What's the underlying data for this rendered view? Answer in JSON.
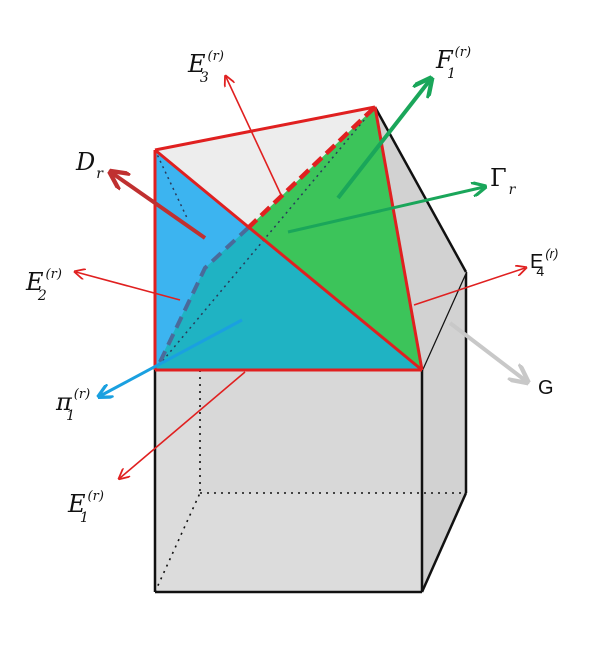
{
  "labels": {
    "E3": {
      "main": "E",
      "sub": "3",
      "sup": "(r)"
    },
    "F1": {
      "main": "F",
      "sub": "1",
      "sup": "(r)"
    },
    "Dr": {
      "main": "D",
      "sub": "r"
    },
    "Gamma": {
      "main": "Γ",
      "sub": "r"
    },
    "E2": {
      "main": "E",
      "sub": "2",
      "sup": "(r)"
    },
    "E4": {
      "main": "E",
      "sub": "4",
      "sup": "(r)"
    },
    "G": {
      "main": "G"
    },
    "pi1": {
      "main": "π",
      "sub": "1",
      "sup": "(r)"
    },
    "E1": {
      "main": "E",
      "sub": "1",
      "sup": "(r)"
    }
  },
  "colors": {
    "red": "#e02020",
    "green": "#1aa65a",
    "blue": "#1aa0e0",
    "face_blue": "#3cb4f0",
    "face_teal": "#1fb3c3",
    "face_green": "#3cc45a",
    "box_gray": "#dcdcdc",
    "arrow_gray": "#c8c8c8",
    "arrow_darkred": "#c03030"
  }
}
